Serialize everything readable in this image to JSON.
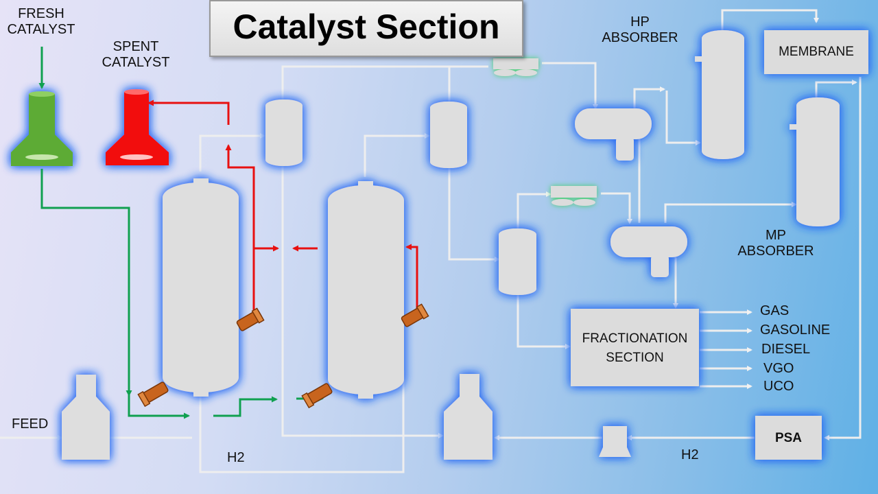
{
  "title": "Catalyst Section",
  "labels": {
    "fresh_catalyst": [
      "FRESH",
      "CATALYST"
    ],
    "spent_catalyst": [
      "SPENT",
      "CATALYST"
    ],
    "hp_absorber": [
      "HP",
      "ABSORBER"
    ],
    "mp_absorber": [
      "MP",
      "ABSORBER"
    ],
    "membrane": "MEMBRANE",
    "fractionation": [
      "FRACTIONATION",
      "SECTION"
    ],
    "psa": "PSA",
    "feed": "FEED",
    "h2_left": "H2",
    "h2_right": "H2"
  },
  "products": [
    "GAS",
    "GASOLINE",
    "DIESEL",
    "VGO",
    "UCO"
  ],
  "colors": {
    "equipment": "#dcdcdc",
    "pipe": "#eeeeee",
    "glow": "#2c6cf2",
    "fresh_catalyst": "#5dab34",
    "spent_catalyst": "#f20d0d",
    "green_line": "#10a050",
    "red_line": "#e81010",
    "nozzle": "#c8641e"
  }
}
